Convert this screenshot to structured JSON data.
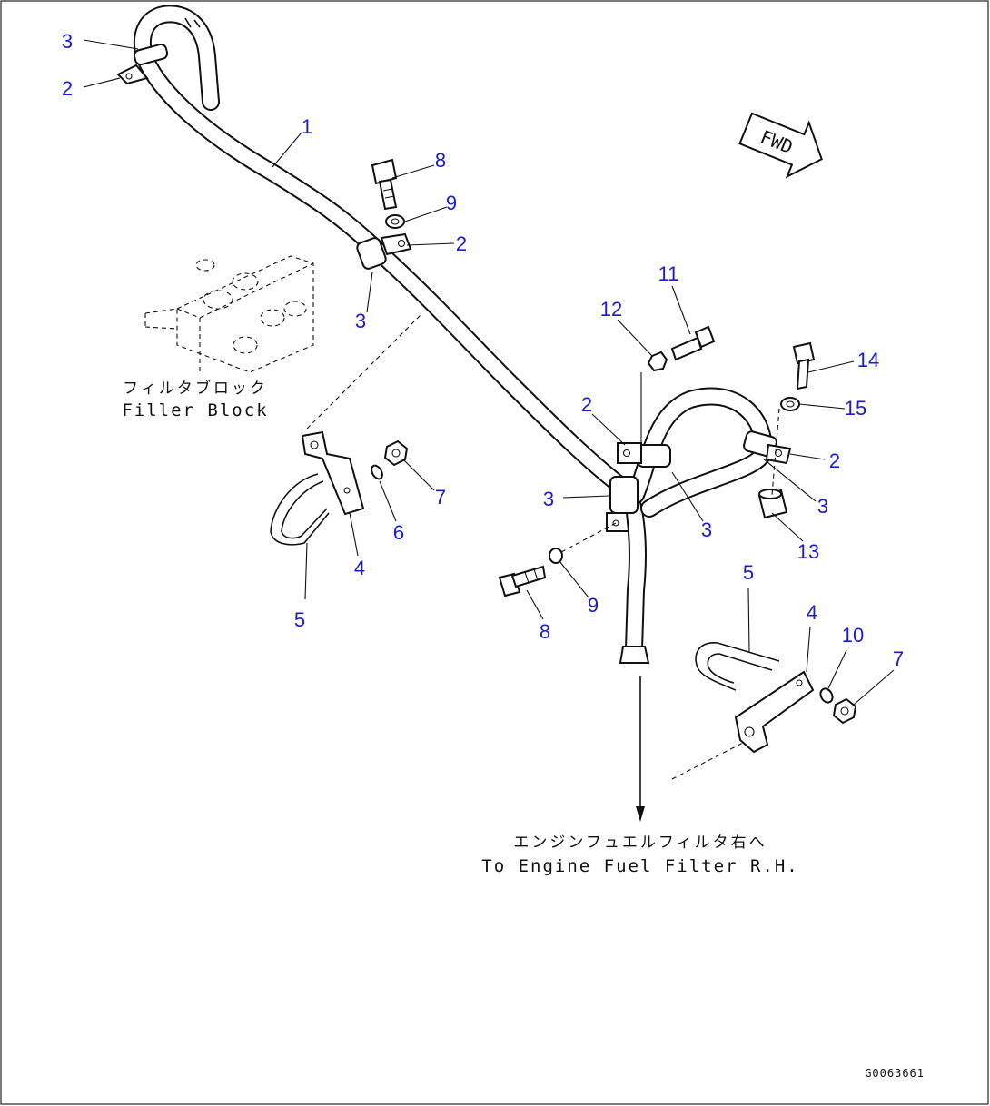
{
  "diagram": {
    "labels": [
      {
        "id": "l3a",
        "text": "3"
      },
      {
        "id": "l2a",
        "text": "2"
      },
      {
        "id": "l1",
        "text": "1"
      },
      {
        "id": "l8a",
        "text": "8"
      },
      {
        "id": "l9a",
        "text": "9"
      },
      {
        "id": "l2b",
        "text": "2"
      },
      {
        "id": "l3b",
        "text": "3"
      },
      {
        "id": "l11",
        "text": "11"
      },
      {
        "id": "l12",
        "text": "12"
      },
      {
        "id": "l14",
        "text": "14"
      },
      {
        "id": "l15",
        "text": "15"
      },
      {
        "id": "l2c",
        "text": "2"
      },
      {
        "id": "l2d",
        "text": "2"
      },
      {
        "id": "l3c",
        "text": "3"
      },
      {
        "id": "l3d",
        "text": "3"
      },
      {
        "id": "l3e",
        "text": "3"
      },
      {
        "id": "l13",
        "text": "13"
      },
      {
        "id": "l7a",
        "text": "7"
      },
      {
        "id": "l6",
        "text": "6"
      },
      {
        "id": "l4a",
        "text": "4"
      },
      {
        "id": "l5a",
        "text": "5"
      },
      {
        "id": "l9b",
        "text": "9"
      },
      {
        "id": "l8b",
        "text": "8"
      },
      {
        "id": "l5b",
        "text": "5"
      },
      {
        "id": "l4b",
        "text": "4"
      },
      {
        "id": "l10",
        "text": "10"
      },
      {
        "id": "l7b",
        "text": "7"
      }
    ],
    "filter_block_jp": "フィルタブロック",
    "filter_block_en": "Filler Block",
    "engine_filter_jp": "エンジンフュエルフィルタ右へ",
    "engine_filter_en": "To Engine Fuel Filter R.H.",
    "fwd": "FWD",
    "drawing_code": "G0063661"
  }
}
